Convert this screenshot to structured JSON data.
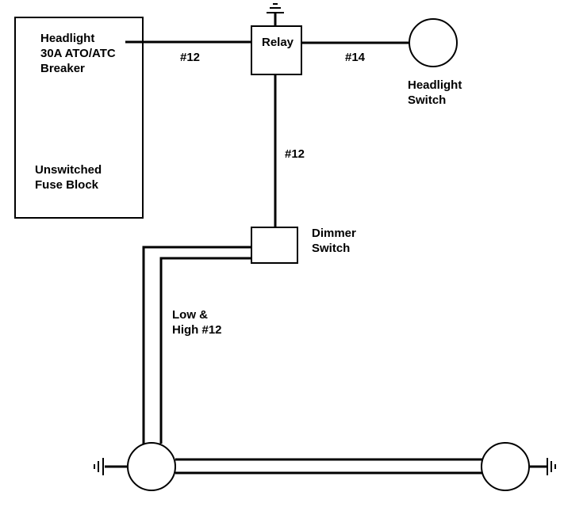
{
  "fuse_block": {
    "breaker_line1": "Headlight",
    "breaker_line2": "30A ATO/ATC",
    "breaker_line3": "Breaker",
    "name_line1": "Unswitched",
    "name_line2": "Fuse Block"
  },
  "relay": {
    "label": "Relay"
  },
  "headlight_switch": {
    "line1": "Headlight",
    "line2": "Switch"
  },
  "dimmer_switch": {
    "line1": "Dimmer",
    "line2": "Switch"
  },
  "wires": {
    "fuse_to_relay": "#12",
    "relay_to_switch": "#14",
    "relay_to_dimmer": "#12",
    "low_high_line1": "Low &",
    "low_high_line2": "High #12"
  }
}
